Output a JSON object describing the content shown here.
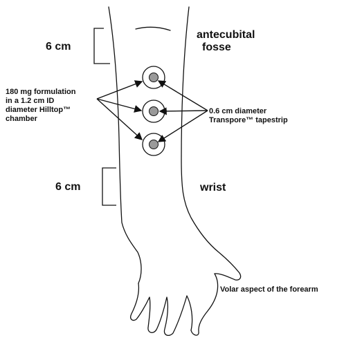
{
  "labels": {
    "upper_distance": "6 cm",
    "lower_distance": "6 cm",
    "antecubital_line1": "antecubital",
    "antecubital_line2": "fosse",
    "wrist": "wrist",
    "formulation_line1": "180 mg formulation",
    "formulation_line2": "in a 1.2 cm ID",
    "formulation_line3": "diameter Hilltop™",
    "formulation_line4": "chamber",
    "tapestrip_line1": "0.6 cm diameter",
    "tapestrip_line2": "Transpore™ tapestrip",
    "caption": "Volar aspect of the forearm"
  },
  "colors": {
    "line": "#111111",
    "dot": "#9a9a9a"
  }
}
